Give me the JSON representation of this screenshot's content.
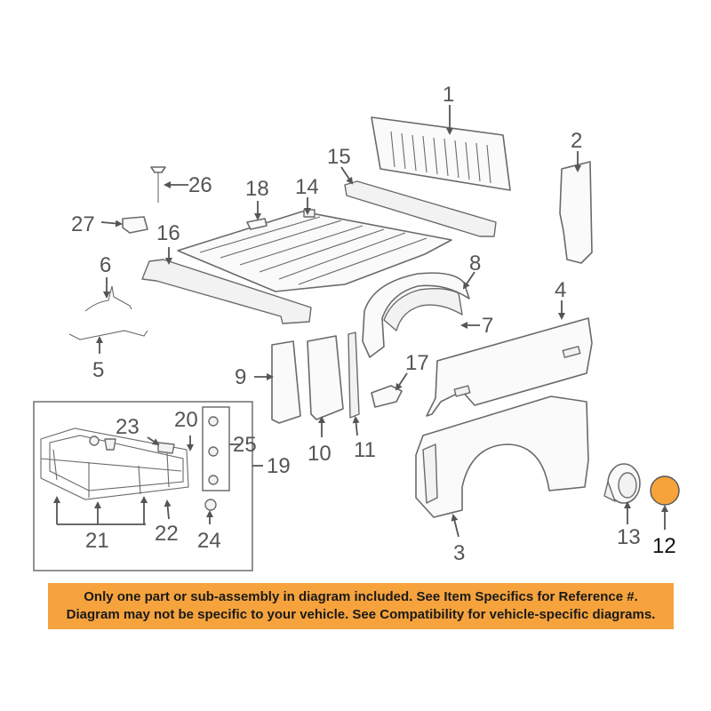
{
  "callouts": {
    "c1": "1",
    "c2": "2",
    "c3": "3",
    "c4": "4",
    "c5": "5",
    "c6": "6",
    "c7": "7",
    "c8": "8",
    "c9": "9",
    "c10": "10",
    "c11": "11",
    "c12": "12",
    "c13": "13",
    "c14": "14",
    "c15": "15",
    "c16": "16",
    "c17": "17",
    "c18": "18",
    "c19": "19",
    "c20": "20",
    "c21": "21",
    "c22": "22",
    "c23": "23",
    "c24": "24",
    "c25": "25",
    "c26": "26",
    "c27": "27"
  },
  "highlight": {
    "part": "12",
    "color": "#f5a33a"
  },
  "notice": {
    "line1": "Only one part or sub-assembly in diagram included. See Item Specifics for Reference #.",
    "line2": "Diagram may not be specific to your vehicle. See Compatibility for vehicle-specific diagrams.",
    "background": "#f6a33d"
  }
}
